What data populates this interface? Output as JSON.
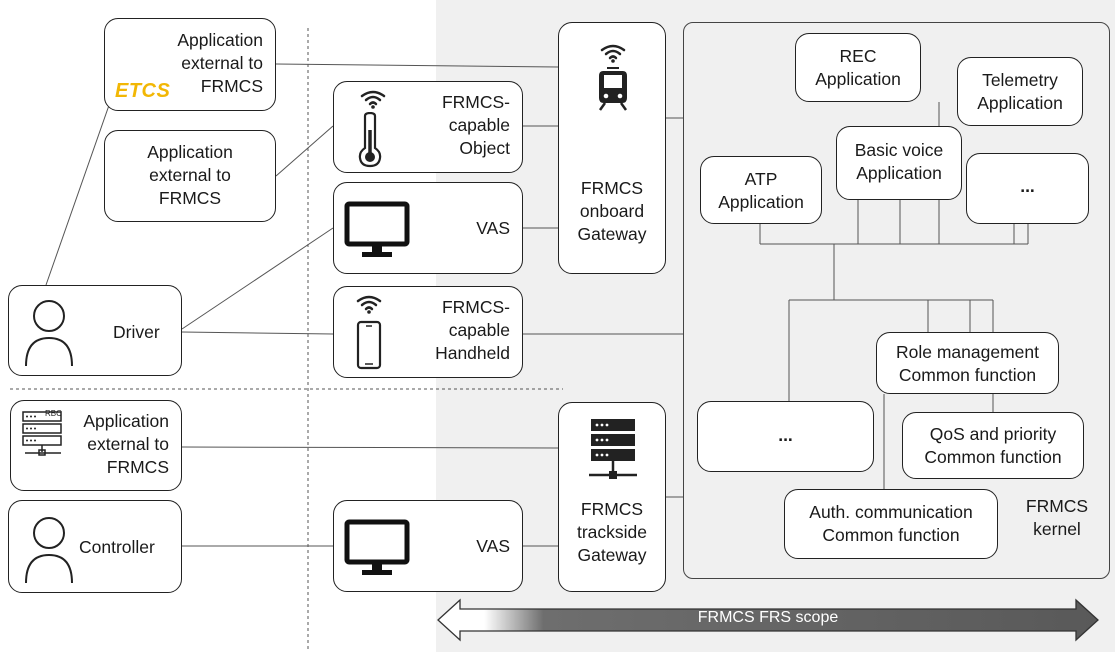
{
  "left": {
    "app_external_etcs": {
      "text": "Application\nexternal to\nFRMCS",
      "logo": "ETCS"
    },
    "app_external_2": {
      "text": "Application\nexternal to\nFRMCS"
    },
    "driver": {
      "label": "Driver"
    },
    "app_external_rbc": {
      "text": "Application\nexternal to\nFRMCS",
      "server_tag": "RBC"
    },
    "controller": {
      "label": "Controller"
    }
  },
  "devices": {
    "object": {
      "text": "FRMCS-\ncapable\nObject"
    },
    "vas_onboard": {
      "text": "VAS"
    },
    "handheld": {
      "text": "FRMCS-\ncapable\nHandheld"
    },
    "vas_trackside": {
      "text": "VAS"
    }
  },
  "gateways": {
    "onboard": {
      "text": "FRMCS\nonboard\nGateway"
    },
    "trackside": {
      "text": "FRMCS\ntrackside\nGateway"
    }
  },
  "kernel": {
    "label": "FRMCS\nkernel",
    "rec": "REC\nApplication",
    "telemetry": "Telemetry\nApplication",
    "basic_voice": "Basic voice\nApplication",
    "atp": "ATP\nApplication",
    "ellipsis_top": "...",
    "ellipsis_bottom": "...",
    "role_mgmt": "Role management\nCommon function",
    "qos": "QoS and priority\nCommon function",
    "auth": "Auth. communication\nCommon function"
  },
  "scope": {
    "label": "FRMCS FRS scope"
  }
}
